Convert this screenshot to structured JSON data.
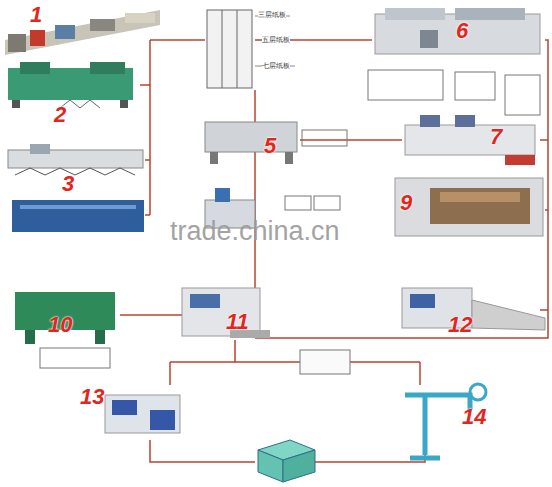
{
  "diagram": {
    "labels": [
      "1",
      "三层纸板",
      "五层纸板",
      "七层纸板",
      "6",
      "2",
      "5",
      "7",
      "3",
      "9",
      "trade.china.cn",
      "10",
      "11",
      "12",
      "13",
      "14"
    ]
  }
}
